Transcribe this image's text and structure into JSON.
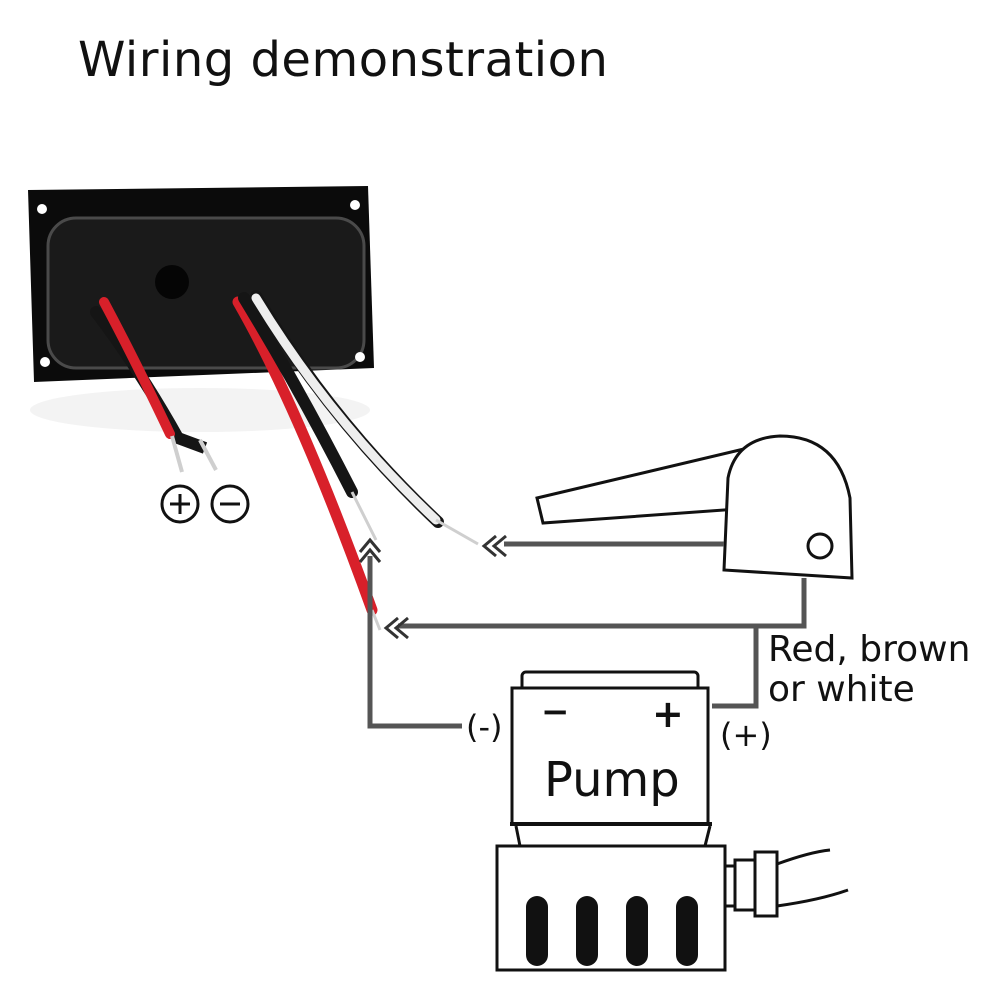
{
  "title": "Wiring demonstration",
  "terminal_symbols": {
    "positive": "+",
    "negative": "−"
  },
  "wire_note": {
    "line1": "Red, brown",
    "line2": "or white"
  },
  "pump": {
    "label": "Pump",
    "minus": "−",
    "plus": "+"
  },
  "pump_terminals": {
    "negative": "(-)",
    "positive": "(+)"
  },
  "colors": {
    "panel": "#0b0b0b",
    "red_wire": "#d8202a",
    "black_wire": "#151515",
    "white_wire": "#eeeeee",
    "line": "#555555"
  }
}
